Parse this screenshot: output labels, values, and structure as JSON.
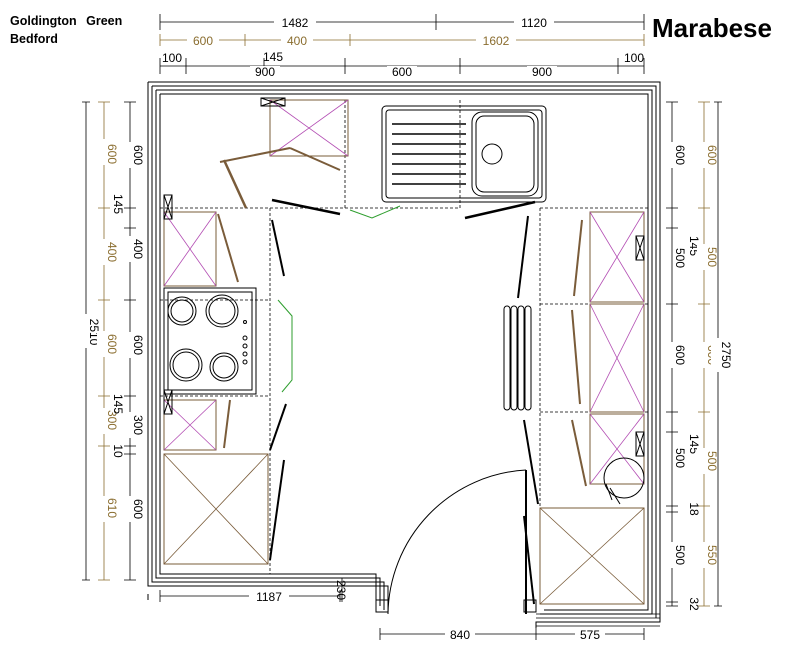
{
  "header": {
    "location_line1": "Goldington  Green",
    "location_line2": "Bedford",
    "brand": "Marabese"
  },
  "dimensions": {
    "top_overall": [
      "1482",
      "1120"
    ],
    "top_units": [
      "600",
      "400",
      "1602"
    ],
    "top_inner": [
      "100",
      "145",
      "900",
      "600",
      "900",
      "100"
    ],
    "left_overall": "2510",
    "left_units": [
      "600",
      "400",
      "600",
      "300",
      "610"
    ],
    "left_inner": [
      "600",
      "145",
      "400",
      "600",
      "145",
      "300",
      "10",
      "600"
    ],
    "right_inner": [
      "600",
      "145",
      "500",
      "600",
      "145",
      "500",
      "18",
      "500",
      "32"
    ],
    "right_units": [
      "600",
      "500",
      "600",
      "500",
      "550"
    ],
    "right_overall": "2750",
    "bottom": [
      "1187",
      "230",
      "840",
      "575"
    ]
  },
  "colors": {
    "walls": "#000000",
    "units": "#7a5c3a",
    "cupboard_cross": "#b34db3",
    "door_swing": "#2e9e2e",
    "dim_black": "#000000",
    "dim_brown": "#8a6d2f"
  }
}
